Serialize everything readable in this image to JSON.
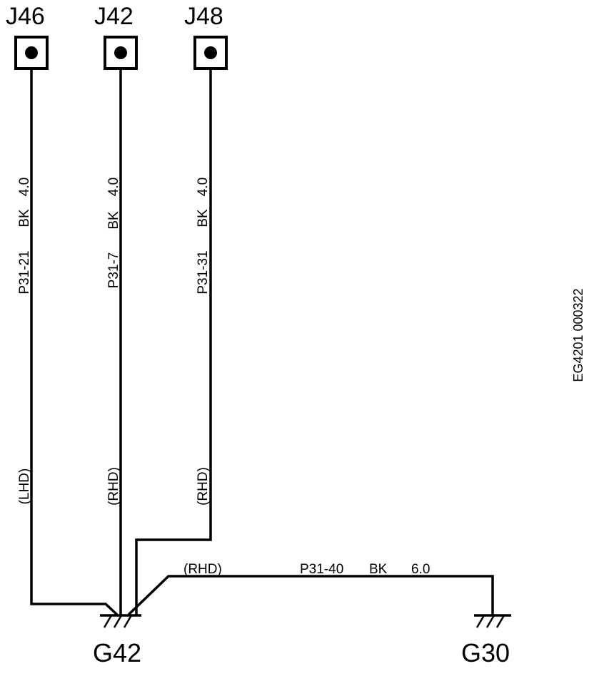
{
  "connectors": {
    "j46": "J46",
    "j42": "J42",
    "j48": "J48"
  },
  "grounds": {
    "g42": "G42",
    "g30": "G30"
  },
  "wires": {
    "j46": {
      "circuit": "P31-21",
      "color": "BK",
      "size": "4.0",
      "variant": "(LHD)"
    },
    "j42": {
      "circuit": "P31-7",
      "color": "BK",
      "size": "4.0",
      "variant": "(RHD)"
    },
    "j48": {
      "circuit": "P31-31",
      "color": "BK",
      "size": "4.0",
      "variant": "(RHD)"
    },
    "g30": {
      "circuit": "P31-40",
      "color": "BK",
      "size": "6.0",
      "variant": "(RHD)"
    }
  },
  "doc_code": "EG4201 000322"
}
